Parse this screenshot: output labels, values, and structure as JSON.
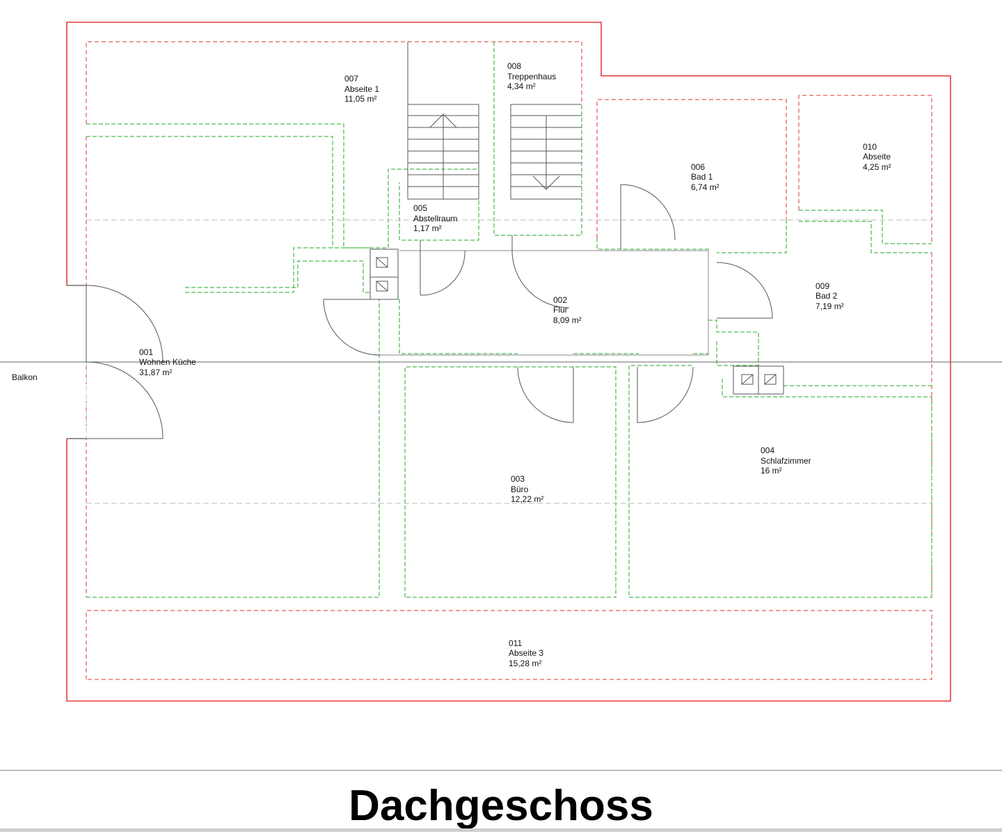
{
  "floor_title": "Dachgeschoss",
  "outside_label": "Balkon",
  "colors": {
    "outer_wall": "#e01010",
    "eave_line": "#e03030",
    "room_boundary": "#22aa22",
    "construction_line": "#777777",
    "cut_line": "#666666",
    "text": "#111111"
  },
  "rooms": [
    {
      "id": "007",
      "name": "Abseite 1",
      "area": "11,05 m²"
    },
    {
      "id": "008",
      "name": "Treppenhaus",
      "area": "4,34 m²"
    },
    {
      "id": "006",
      "name": "Bad 1",
      "area": "6,74 m²"
    },
    {
      "id": "010",
      "name": "Abseite",
      "area": "4,25 m²"
    },
    {
      "id": "005",
      "name": "Abstellraum",
      "area": "1,17 m²"
    },
    {
      "id": "002",
      "name": "Flur",
      "area": "8,09 m²"
    },
    {
      "id": "009",
      "name": "Bad 2",
      "area": "7,19 m²"
    },
    {
      "id": "001",
      "name": "Wohnen Küche",
      "area": "31,87 m²"
    },
    {
      "id": "004",
      "name": "Schlafzimmer",
      "area": "16 m²"
    },
    {
      "id": "003",
      "name": "Büro",
      "area": "12,22 m²"
    },
    {
      "id": "011",
      "name": "Abseite 3",
      "area": "15,28 m²"
    }
  ]
}
